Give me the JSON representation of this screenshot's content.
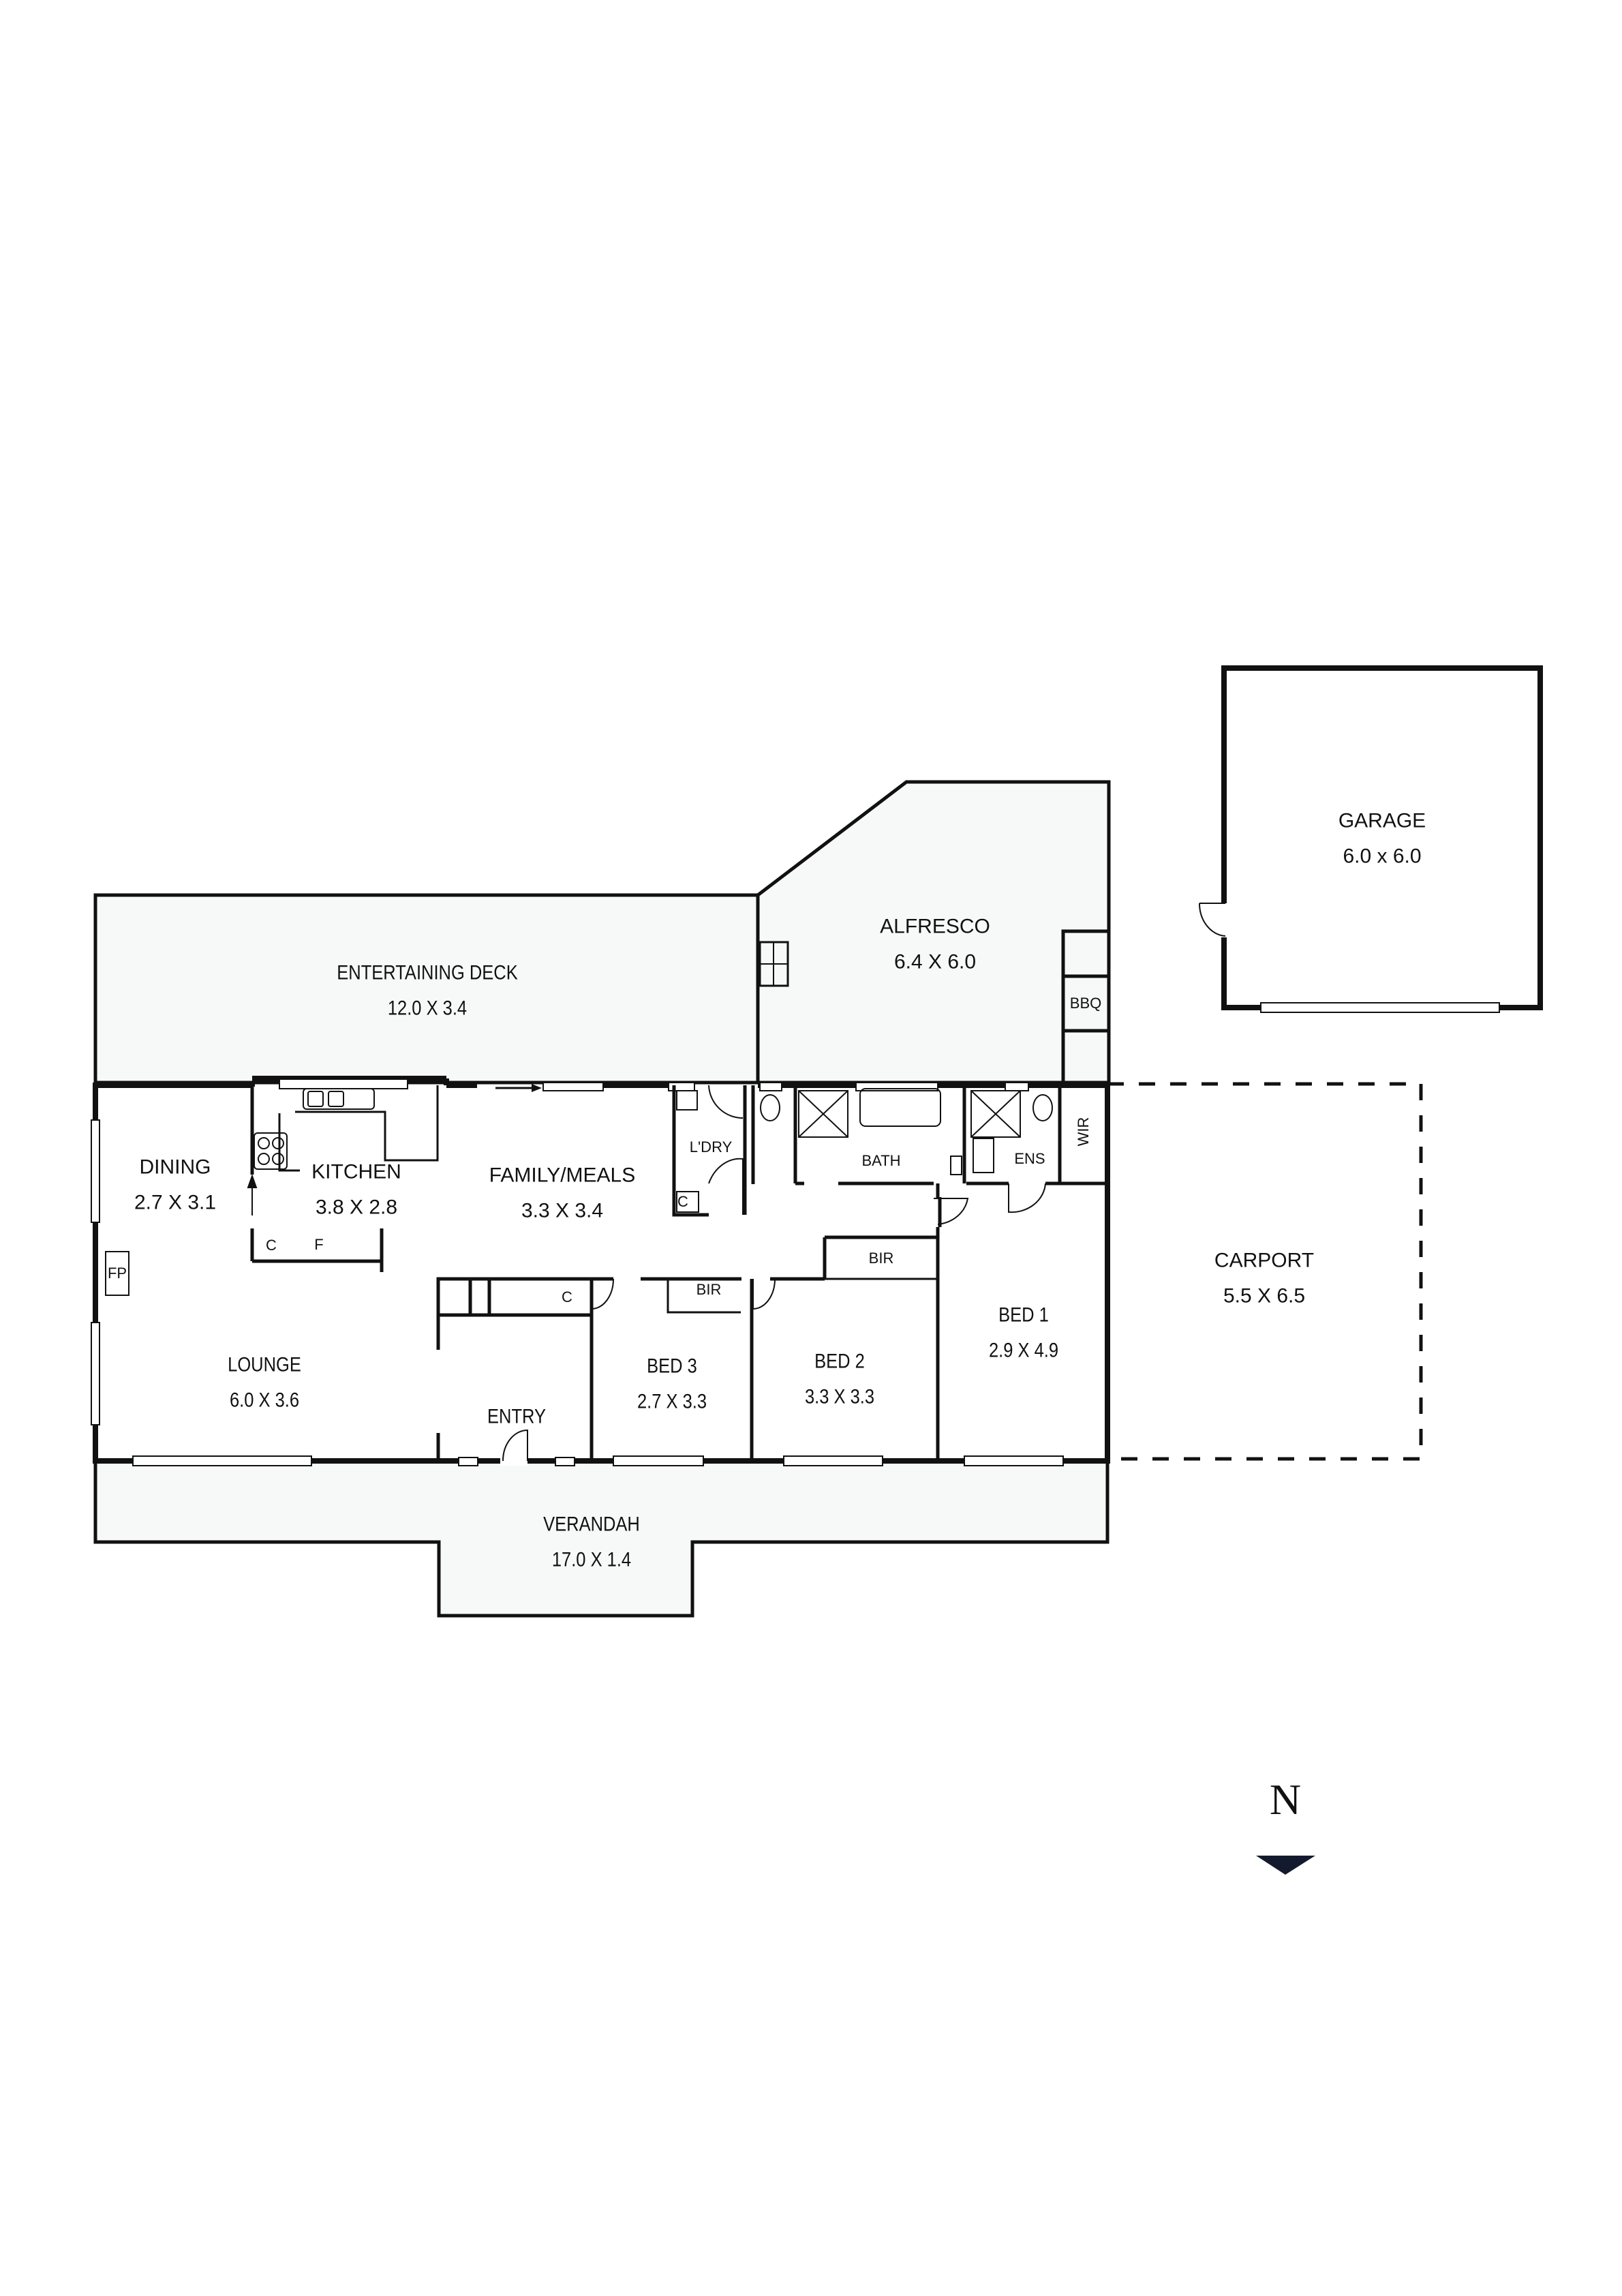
{
  "floorplan": {
    "rooms": [
      {
        "id": "entertaining-deck",
        "name": "ENTERTAINING DECK",
        "dims": "12.0 X 3.4"
      },
      {
        "id": "alfresco",
        "name": "ALFRESCO",
        "dims": "6.4 X 6.0"
      },
      {
        "id": "garage",
        "name": "GARAGE",
        "dims": "6.0 x 6.0"
      },
      {
        "id": "dining",
        "name": "DINING",
        "dims": "2.7 X 3.1"
      },
      {
        "id": "kitchen",
        "name": "KITCHEN",
        "dims": "3.8 X 2.8"
      },
      {
        "id": "family-meals",
        "name": "FAMILY/MEALS",
        "dims": "3.3 X 3.4"
      },
      {
        "id": "carport",
        "name": "CARPORT",
        "dims": "5.5 X 6.5"
      },
      {
        "id": "lounge",
        "name": "LOUNGE",
        "dims": "6.0 X 3.6"
      },
      {
        "id": "entry",
        "name": "ENTRY",
        "dims": ""
      },
      {
        "id": "bed3",
        "name": "BED 3",
        "dims": "2.7 X 3.3"
      },
      {
        "id": "bed2",
        "name": "BED 2",
        "dims": "3.3 X 3.3"
      },
      {
        "id": "bed1",
        "name": "BED 1",
        "dims": "2.9 X 4.9"
      },
      {
        "id": "verandah",
        "name": "VERANDAH",
        "dims": "17.0 X 1.4"
      }
    ],
    "small_labels": {
      "laundry": "L'DRY",
      "bath": "BATH",
      "ensuite": "ENS",
      "wir": "WIR",
      "bbq": "BBQ",
      "fireplace": "FP",
      "kitchen_cupboard": "C",
      "fridge": "F",
      "laundry_cupboard": "C",
      "hall_cupboard": "C",
      "bir_bed3": "BIR",
      "bir_bed2": "BIR"
    },
    "compass": {
      "label": "N",
      "color": "#141a2e"
    },
    "colors": {
      "wall": "#111111",
      "outdoor_fill": "#f7f8f8",
      "indoor_fill": "#ffffff"
    }
  }
}
